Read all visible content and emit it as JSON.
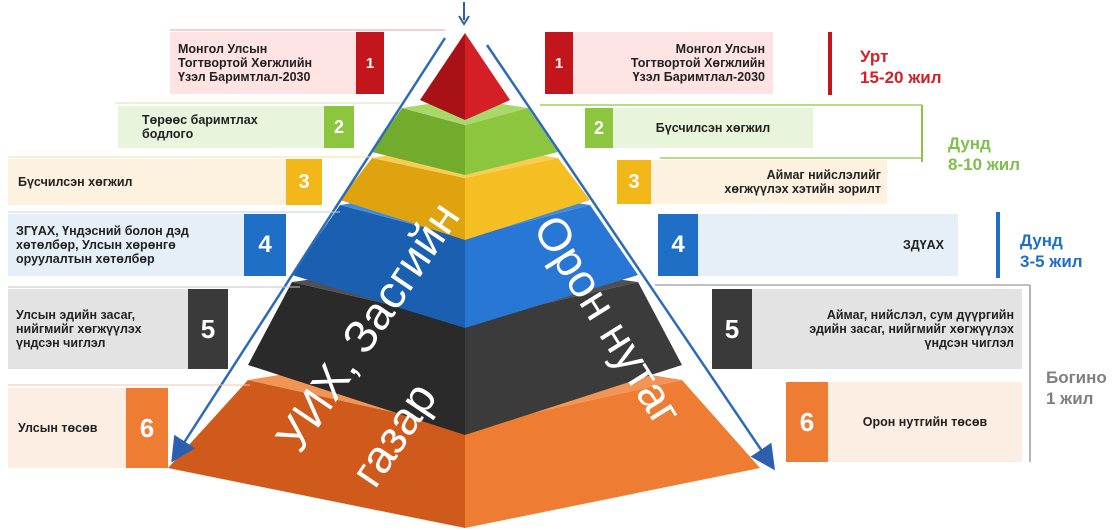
{
  "colors": {
    "level1": "#c3161c",
    "level2": "#8cc63f",
    "level3": "#f2b81a",
    "level4": "#1f6fc6",
    "level5": "#3a3a3a",
    "level6": "#ee7d33",
    "term_long": "#d51f26",
    "term_mid1": "#7fbf4b",
    "term_mid2": "#1f6fc6",
    "term_short": "#7f7f7f"
  },
  "left": [
    {
      "num": "1",
      "text": "Монгол Улсын\nТогтвортой Хөгжлийн\nҮзэл Баримтлал-2030"
    },
    {
      "num": "2",
      "text": "Төрөөс баримтлах\nбодлого"
    },
    {
      "num": "3",
      "text": "Бүсчилсэн хөгжил"
    },
    {
      "num": "4",
      "text": "ЗГҮАХ, Үндэсний болон дэд\nхөтөлбөр, Улсын хөрөнгө\nоруулалтын хөтөлбөр"
    },
    {
      "num": "5",
      "text": "Улсын эдийн засаг,\nнийгмийг хөгжүүлэх\nүндсэн чиглэл"
    },
    {
      "num": "6",
      "text": "Улсын төсөв"
    }
  ],
  "right": [
    {
      "num": "1",
      "text": "Монгол Улсын\nТогтвортой Хөгжлийн\nҮзэл Баримтлал-2030"
    },
    {
      "num": "2",
      "text": "Бүсчилсэн хөгжил"
    },
    {
      "num": "3",
      "text": "Аймаг нийслэлийг\nхөгжүүлэх хэтийн зорилт"
    },
    {
      "num": "4",
      "text": "ЗДҮАХ"
    },
    {
      "num": "5",
      "text": "Аймаг, нийслэл, сум дүүргийн\nэдийн засаг, нийгмийг хөгжүүлэх\nүндсэн чиглэл"
    },
    {
      "num": "6",
      "text": "Орон нутгийн төсөв"
    }
  ],
  "terms": {
    "long": "Урт\n15-20 жил",
    "mid1": "Дунд\n8-10 жил",
    "mid2": "Дунд\n3-5 жил",
    "short": "Богино\n1 жил"
  },
  "pyramid": {
    "left_label_line1": "УИХ, Засгийн",
    "left_label_line2": "газар",
    "right_label": "Орон нутаг"
  }
}
